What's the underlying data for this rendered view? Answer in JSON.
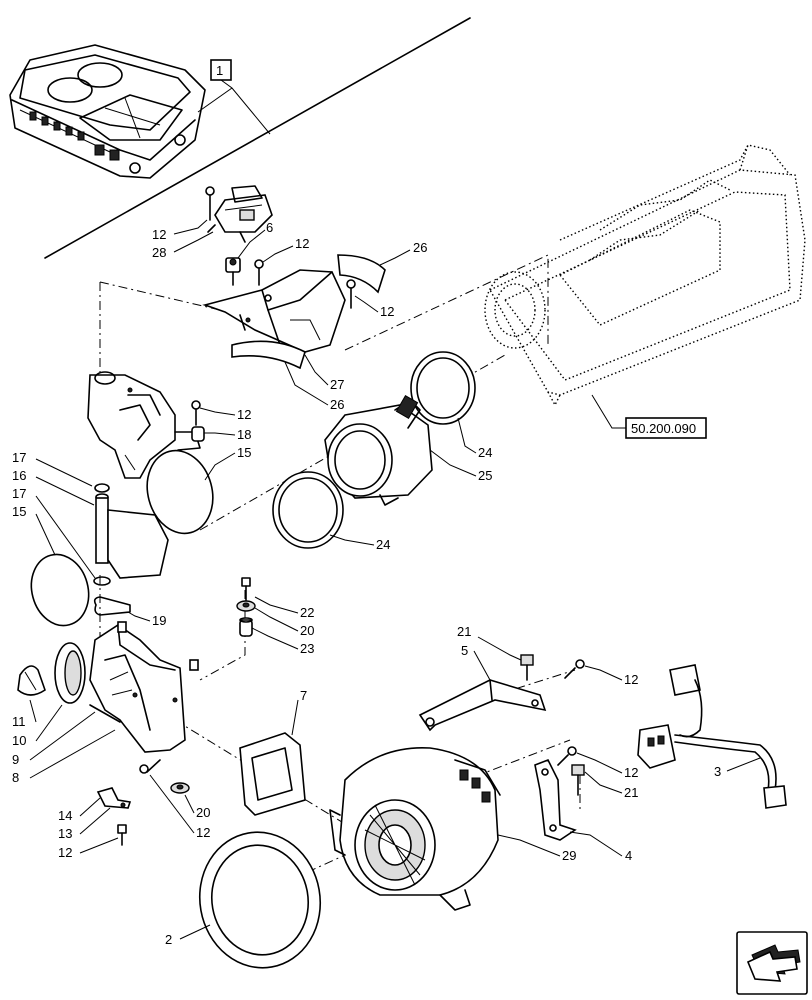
{
  "labels": {
    "l1": "1",
    "l2": "2",
    "l3": "3",
    "l4": "4",
    "l5": "5",
    "l6": "6",
    "l7": "7",
    "l8": "8",
    "l9": "9",
    "l10": "10",
    "l11": "11",
    "l12": "12",
    "l13": "13",
    "l14": "14",
    "l15": "15",
    "l16": "16",
    "l17": "17",
    "l18": "18",
    "l19": "19",
    "l20": "20",
    "l21": "21",
    "l22": "22",
    "l23": "23",
    "l24": "24",
    "l25": "25",
    "l26": "26",
    "l27": "27",
    "l28": "28",
    "l29": "29",
    "ref": "50.200.090"
  }
}
